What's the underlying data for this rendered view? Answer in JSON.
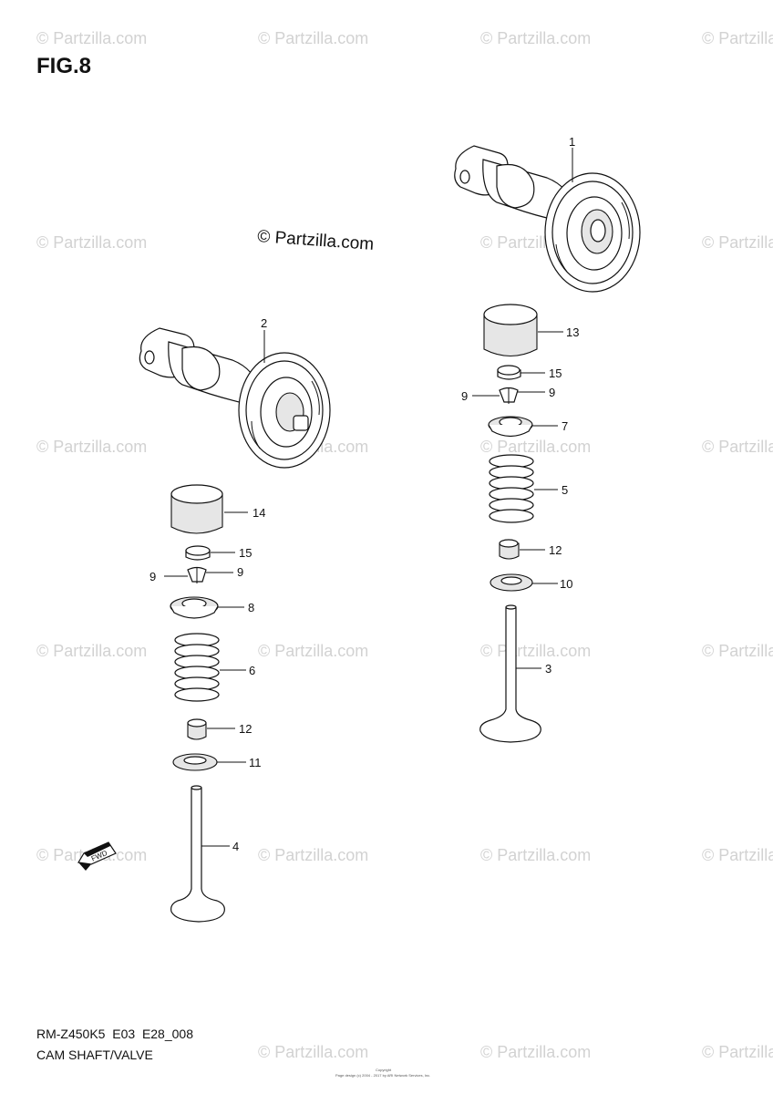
{
  "figure": {
    "title": "FIG.8"
  },
  "watermark": {
    "text": "© Partzilla.com",
    "center_text": "© Partzilla.com"
  },
  "footer": {
    "model_code": "RM-Z450K5  E03  E28_008",
    "section_name": "CAM SHAFT/VALVE",
    "fine_print_1": "Copyright",
    "fine_print_2": "Page design (c) 2004 - 2017 by ARI Network Services, Inc."
  },
  "fwd_label": "FWD",
  "callouts": {
    "c1": "1",
    "c2": "2",
    "c3": "3",
    "c4": "4",
    "c5": "5",
    "c6": "6",
    "c7": "7",
    "c8": "8",
    "c9a": "9",
    "c9b": "9",
    "c9c": "9",
    "c9d": "9",
    "c10": "10",
    "c11": "11",
    "c12a": "12",
    "c12b": "12",
    "c13": "13",
    "c14": "14",
    "c15a": "15",
    "c15b": "15"
  }
}
